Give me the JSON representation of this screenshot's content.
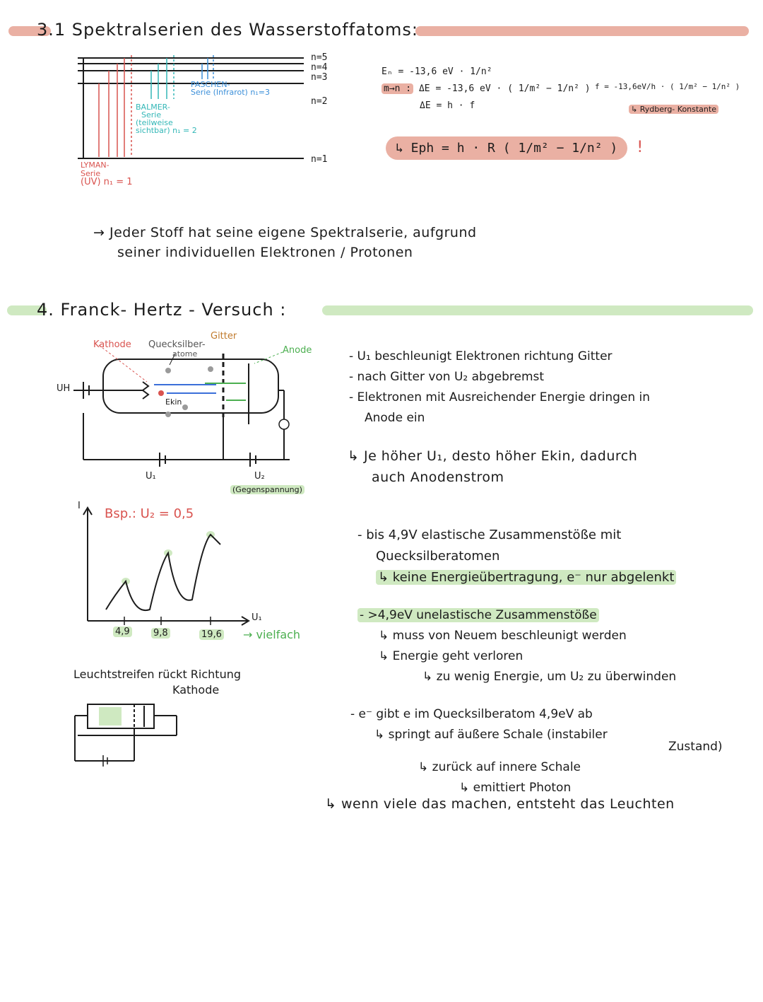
{
  "section1": {
    "title": "3.1 Spektralserien des Wasserstoffatoms:",
    "levels": [
      "n=5",
      "n=4",
      "n=3",
      "n=2",
      "n=1"
    ],
    "paschen": [
      "PASCHEN-",
      "Serie (Infrarot)",
      "n₁=3"
    ],
    "balmer": [
      "BALMER-",
      "Serie",
      "(teilweise",
      "sichtbar)",
      "n₁ = 2"
    ],
    "lyman": [
      "LYMAN-",
      "Serie",
      "(UV) n₁ = 1"
    ],
    "formula_en": "Eₙ = -13,6 eV · 1/n²",
    "formula_transition_lhs": "m→n :",
    "formula_de": "ΔE = -13,6 eV · ( 1/m² − 1/n² )",
    "formula_de2": "ΔE = h · f",
    "formula_f": "f = -13,6eV/h · ( 1/m² − 1/n² )",
    "rydberg": "↳ Rydberg- Konstante",
    "formula_eph": "↳ Eph = h · R ( 1/m² − 1/n² )",
    "exclaim": "!",
    "note_line1": "→ Jeder Stoff hat seine eigene Spektralserie, aufgrund",
    "note_line2": "seiner individuellen Elektronen / Protonen"
  },
  "section2": {
    "title": "4. Franck- Hertz - Versuch :",
    "labels": {
      "kathode": "Kathode",
      "quecksilber": "Quecksilber-",
      "atome": "atome",
      "gitter": "Gitter",
      "anode": "Anode",
      "uh": "UH",
      "ekin": "Ekin",
      "u1": "U₁",
      "u2": "U₂",
      "gegenspannung": "(Gegenspannung)"
    },
    "graph": {
      "bsp": "Bsp.: U₂ = 0,5",
      "ylabel": "I",
      "xlabel": "U₁",
      "ticks": [
        "4,9",
        "9,8",
        "19,6"
      ],
      "vielfach": "→ vielfach"
    },
    "leuchten": [
      "Leuchtstreifen rückt Richtung",
      "Kathode"
    ],
    "bullets1": [
      "- U₁ beschleunigt Elektronen richtung Gitter",
      "- nach Gitter von U₂ abgebremst",
      "- Elektronen mit Ausreichender Energie dringen in",
      "Anode ein"
    ],
    "conclusion": [
      "↳ Je höher U₁, desto höher Ekin, dadurch",
      "auch Anodenstrom"
    ],
    "bullets2": [
      "- bis 4,9V elastische Zusammenstöße mit",
      "Quecksilberatomen",
      "↳ keine Energieübertragung, e⁻ nur abgelenkt"
    ],
    "bullets3": [
      "- >4,9eV unelastische Zusammenstöße",
      "↳ muss von Neuem beschleunigt werden",
      "↳ Energie geht verloren",
      "↳ zu wenig Energie, um U₂ zu überwinden"
    ],
    "bullets4": [
      "- e⁻ gibt e im Quecksilberatom 4,9eV ab",
      "↳ springt auf äußere Schale (instabiler",
      "Zustand)",
      "↳ zurück auf innere Schale",
      "↳ emittiert Photon",
      "↳ wenn viele das machen, entsteht das Leuchten"
    ]
  },
  "colors": {
    "highlight_red": "#eab0a3",
    "highlight_green": "#cfe9c1",
    "lyman_arrows": "#d9534f",
    "balmer_arrows": "#33b7b7",
    "paschen_arrows": "#3b8fd9"
  }
}
